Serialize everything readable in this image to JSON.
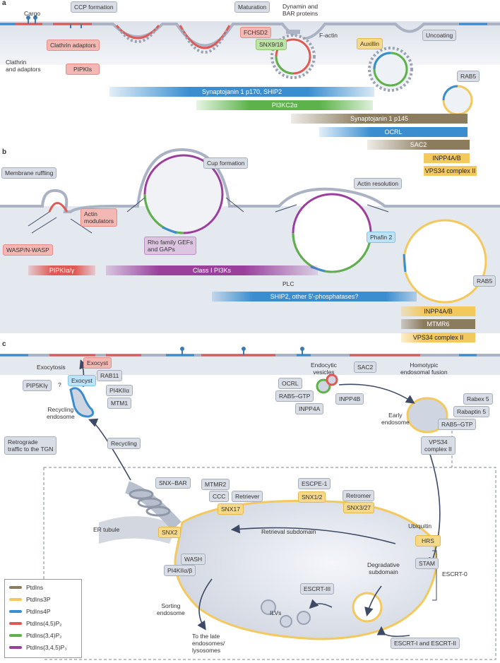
{
  "panels": {
    "a": "a",
    "b": "b",
    "c": "c"
  },
  "colors": {
    "PtdIns": "#8c7c5e",
    "PtdIns3P": "#f3c95e",
    "PtdIns4P": "#3a8ed0",
    "PtdIns45P2": "#e05a55",
    "PtdIns34P2": "#5db34a",
    "PtdIns345P3": "#9a3f9c",
    "membrane": "#aab2c3",
    "membrane_fill": "#e4e8ef"
  },
  "panel_a": {
    "labels": {
      "cargo": "Cargo",
      "clathrin_adaptors": "Clathrin\nand adaptors",
      "dynamin_bar": "Dynamin and\nBAR proteins",
      "f_actin": "F-actin"
    },
    "callouts": {
      "ccp_formation": "CCP formation",
      "maturation": "Maturation",
      "uncoating": "Uncoating"
    },
    "boxes": {
      "clathrin_adaptors": "Clathrin adaptors",
      "pipkis": "PIPKIs",
      "fchsd2": "FCHSD2",
      "snx918": "SNX9/18",
      "auxillin": "Auxillin",
      "rab5": "RAB5"
    },
    "bars": {
      "synaptojanin_p170": "Synaptojanin 1 p170, SHIP2",
      "pi3kc2a": "PI3KC2α",
      "synaptojanin_p145": "Synaptojanin 1 p145",
      "ocrl": "OCRL",
      "sac2": "SAC2",
      "inpp4ab": "INPP4A/B",
      "vps34": "VPS34 complex II"
    }
  },
  "panel_b": {
    "callouts": {
      "membrane_ruffling": "Membrane ruffling",
      "cup_formation": "Cup formation",
      "actin_resolution": "Actin resolution"
    },
    "boxes": {
      "actin_modulators": "Actin\nmodulators",
      "wasp": "WASP/N-WASP",
      "rho_gefs": "Rho family GEFs\nand GAPs",
      "phafin2": "Phafin 2",
      "rab5": "RAB5"
    },
    "plc": "PLC",
    "bars": {
      "pipki": "PIPKIα/γ",
      "class1": "Class I PI3Ks",
      "ship2": "SHIP2, other 5′-phosphatases?",
      "inpp4ab": "INPP4A/B",
      "mtmr6": "MTMR6",
      "vps34": "VPS34 complex II"
    }
  },
  "panel_c": {
    "labels": {
      "exocytosis": "Exocytosis",
      "recycling_endosome": "Recycling\nendosome",
      "endocytic_vesicles": "Endocytic\nvesicles",
      "homotypic_fusion": "Homotypic\nendosomal fusion",
      "early_endosome": "Early\nendosome",
      "er_tubule": "ER tubule",
      "retrieval_subdomain": "Retrieval subdomain",
      "degradative_subdomain": "Degradative\nsubdomain",
      "ubiquitin": "Ubiquitin",
      "escrt0": "ESCRT-0",
      "ilvs": "ILVs",
      "sorting_endosome": "Sorting\nendosome",
      "late_endosomes": "To the late\nendosomes/\nlysosomes"
    },
    "callouts": {
      "retrograde": "Retrograde\ntraffic to the TGN",
      "recycling": "Recycling"
    },
    "boxes": {
      "exocyst_pink": "Exocyst",
      "exocyst_blue": "Exocyst",
      "rab11": "RAB11",
      "pip5ki": "PIP5KIγ",
      "pip5ki_q": "?",
      "pi4kiia": "PI4KIIα",
      "mtm1": "MTM1",
      "ocrl": "OCRL",
      "rab5gtp_left": "RAB5–GTP",
      "inpp4a": "INPP4A",
      "sac2": "SAC2",
      "inpp4b": "INPP4B",
      "rabex5": "Rabex 5",
      "rabaptin5": "Rabaptin 5",
      "rab5gtp_right": "RAB5–GTP",
      "vps34": "VPS34\ncomplex II",
      "snx_bar": "SNX–BAR",
      "mtmr2": "MTMR2",
      "ccc": "CCC",
      "retriever": "Retriever",
      "snx17": "SNX17",
      "escpe1": "ESCPE-1",
      "snx12": "SNX1/2",
      "retromer": "Retromer",
      "snx327": "SNX3/27",
      "snx2": "SNX2",
      "wash": "WASH",
      "pi4kiiab": "PI4KIIα/β",
      "hrs": "HRS",
      "stam": "STAM",
      "escrt3": "ESCRT-III",
      "escrt12": "ESCRT-I and ESCRT-II"
    }
  },
  "legend": [
    {
      "label": "PtdIns",
      "color": "#8c7c5e"
    },
    {
      "label": "PtdIns3P",
      "color": "#f3c95e"
    },
    {
      "label": "PtdIns4P",
      "color": "#3a8ed0"
    },
    {
      "label": "PtdIns(4,5)P₂",
      "color": "#e05a55"
    },
    {
      "label": "PtdIns(3,4)P₂",
      "color": "#5db34a"
    },
    {
      "label": "PtdIns(3,4,5)P₃",
      "color": "#9a3f9c"
    }
  ]
}
